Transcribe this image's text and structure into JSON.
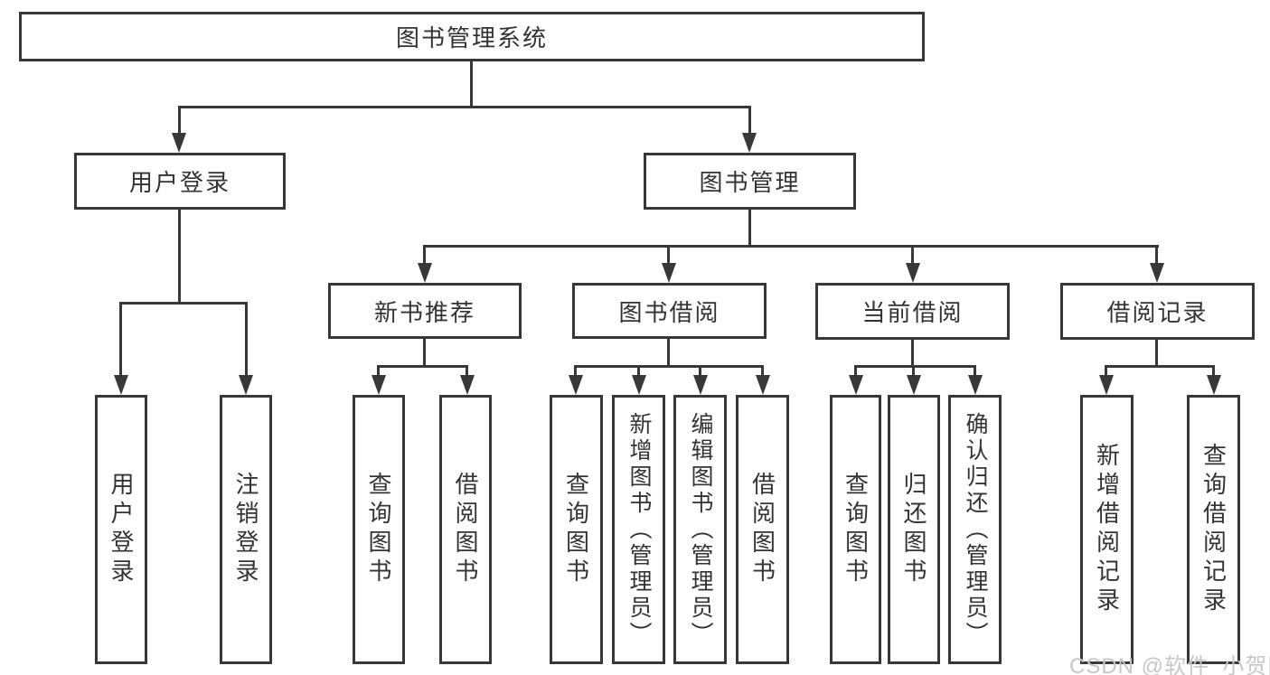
{
  "tree": {
    "root": {
      "label": "图书管理系统"
    },
    "branches": [
      {
        "label": "用户登录",
        "leaves": [
          "用户登录",
          "注销登录"
        ]
      },
      {
        "label": "图书管理",
        "groups": [
          {
            "label": "新书推荐",
            "leaves": [
              "查询图书",
              "借阅图书"
            ]
          },
          {
            "label": "图书借阅",
            "leaves": [
              "查询图书",
              "新增图书（管理员）",
              "编辑图书（管理员）",
              "借阅图书"
            ]
          },
          {
            "label": "当前借阅",
            "leaves": [
              "查询图书",
              "归还图书",
              "确认归还（管理员）"
            ]
          },
          {
            "label": "借阅记录",
            "leaves": [
              "新增借阅记录",
              "查询借阅记录"
            ]
          }
        ]
      }
    ]
  },
  "watermark": "CSDN @软件_小贺同学",
  "colors": {
    "line": "#383838",
    "text": "#333333",
    "watermark": "#c7c7c7",
    "background": "#ffffff"
  }
}
